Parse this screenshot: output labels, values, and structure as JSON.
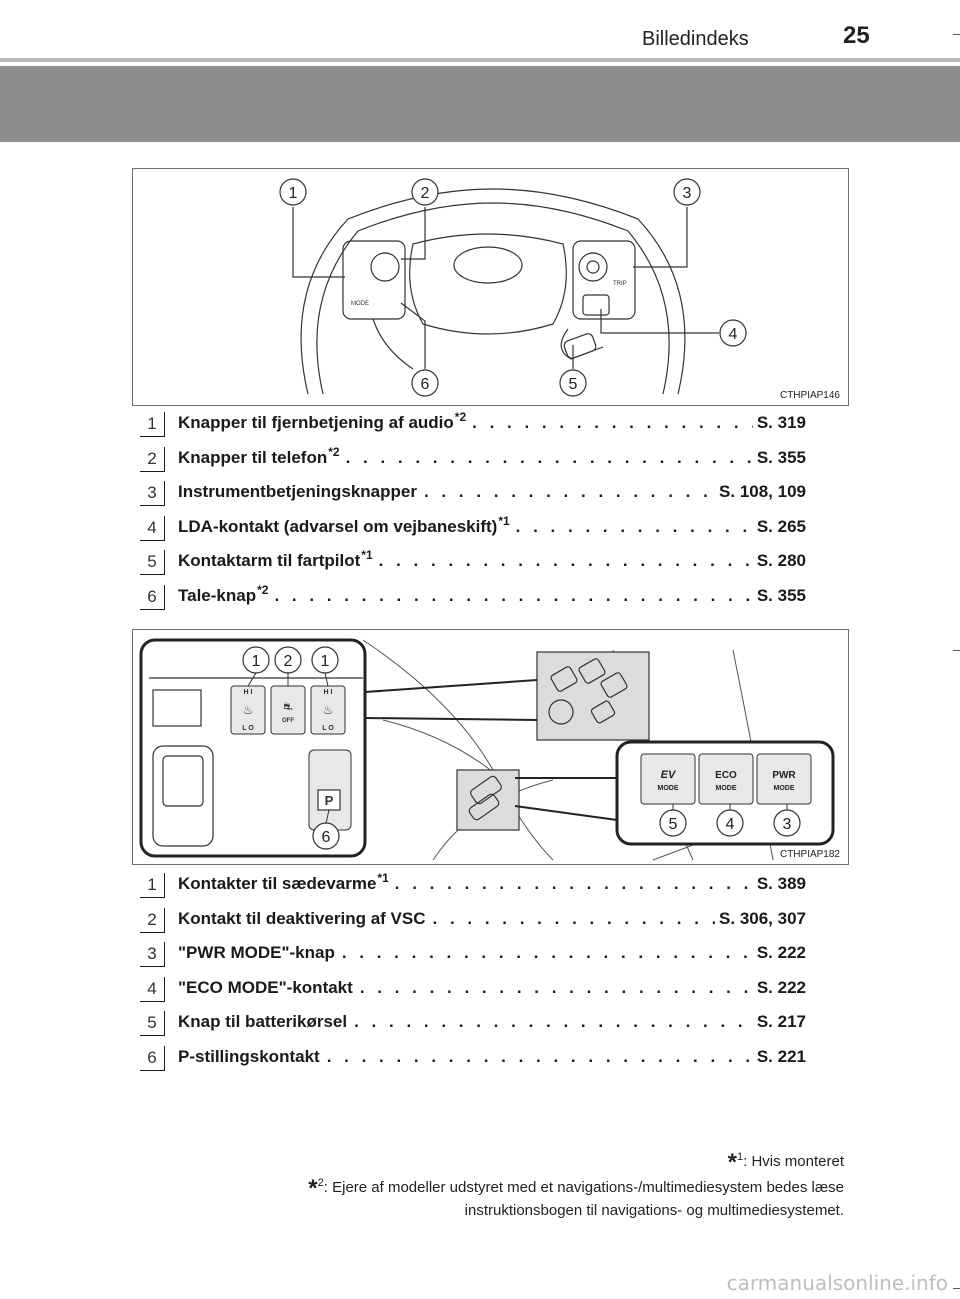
{
  "header": {
    "title": "Billedindeks",
    "page_number": "25"
  },
  "figure1": {
    "code": "CTHPIAP146",
    "callouts": [
      "1",
      "2",
      "3",
      "4",
      "6",
      "5"
    ],
    "button_labels": [
      "MODE",
      "TRIP"
    ]
  },
  "list1": [
    {
      "num": "1",
      "label": "Knapper til fjernbetjening af audio",
      "sup": "*2",
      "ref": "S. 319"
    },
    {
      "num": "2",
      "label": "Knapper til telefon",
      "sup": "*2",
      "ref": "S. 355"
    },
    {
      "num": "3",
      "label": "Instrumentbetjeningsknapper",
      "sup": "",
      "ref": "S. 108, 109"
    },
    {
      "num": "4",
      "label": "LDA-kontakt (advarsel om vejbaneskift)",
      "sup": "*1",
      "ref": "S. 265"
    },
    {
      "num": "5",
      "label": "Kontaktarm til fartpilot",
      "sup": "*1",
      "ref": "S. 280"
    },
    {
      "num": "6",
      "label": "Tale-knap",
      "sup": "*2",
      "ref": "S. 355"
    }
  ],
  "figure2": {
    "code": "CTHPIAP182",
    "callouts_top": [
      "1",
      "2",
      "1"
    ],
    "callouts_right": [
      "5",
      "4",
      "3"
    ],
    "callout_p": "6",
    "seat_labels": [
      "H I",
      "L O"
    ],
    "vsc_label": "OFF",
    "p_label": "P",
    "mode_buttons": [
      {
        "top": "EV",
        "bottom": "MODE"
      },
      {
        "top": "ECO",
        "bottom": "MODE"
      },
      {
        "top": "PWR",
        "bottom": "MODE"
      }
    ]
  },
  "list2": [
    {
      "num": "1",
      "label": "Kontakter til sædevarme",
      "sup": "*1",
      "ref": "S. 389"
    },
    {
      "num": "2",
      "label": "Kontakt til deaktivering af VSC",
      "sup": "",
      "ref": "S. 306, 307"
    },
    {
      "num": "3",
      "label": "\"PWR MODE\"-knap",
      "sup": "",
      "ref": "S. 222"
    },
    {
      "num": "4",
      "label": "\"ECO MODE\"-kontakt",
      "sup": "",
      "ref": "S. 222"
    },
    {
      "num": "5",
      "label": "Knap til batterikørsel",
      "sup": "",
      "ref": "S. 217"
    },
    {
      "num": "6",
      "label": "P-stillingskontakt",
      "sup": "",
      "ref": "S. 221"
    }
  ],
  "footnotes": {
    "fn1_sup": "1",
    "fn1_text": ": Hvis monteret",
    "fn2_sup": "2",
    "fn2_text": ": Ejere af modeller udstyret med et navigations-/multimediesystem bedes læse",
    "fn2_text_cont": "instruktionsbogen til navigations- og multimediesystemet.",
    "star": "*"
  },
  "watermark": "carmanualsonline.info"
}
